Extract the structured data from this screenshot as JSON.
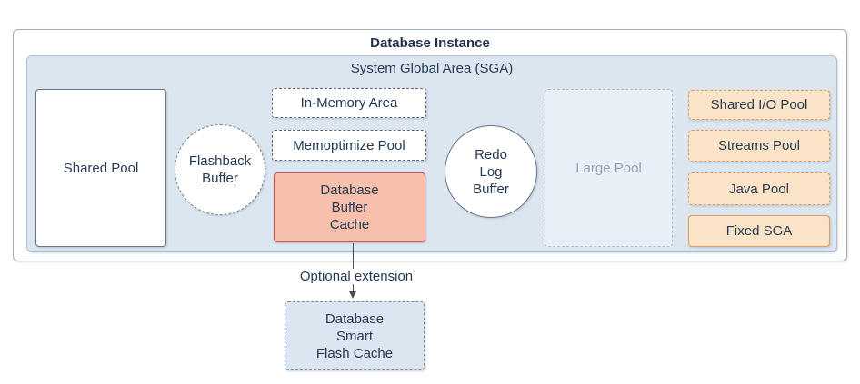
{
  "diagram": {
    "title": "Database Instance",
    "sga": {
      "title": "System Global Area (SGA)",
      "nodes": {
        "shared_pool": {
          "label": "Shared Pool"
        },
        "flashback_buffer": {
          "label": "Flashback\nBuffer"
        },
        "in_memory_area": {
          "label": "In-Memory Area"
        },
        "memoptimize_pool": {
          "label": "Memoptimize Pool"
        },
        "database_buffer_cache": {
          "label": "Database\nBuffer\nCache"
        },
        "redo_log_buffer": {
          "label": "Redo\nLog\nBuffer"
        },
        "large_pool": {
          "label": "Large Pool"
        },
        "shared_io_pool": {
          "label": "Shared I/O Pool"
        },
        "streams_pool": {
          "label": "Streams Pool"
        },
        "java_pool": {
          "label": "Java Pool"
        },
        "fixed_sga": {
          "label": "Fixed SGA"
        }
      }
    },
    "extension": {
      "connector_label": "Optional extension",
      "flash_cache": {
        "label": "Database\nSmart\nFlash Cache"
      }
    },
    "colors": {
      "sga_fill": "#dce6f1",
      "sga_border": "#b0c1d4",
      "buffer_cache_fill": "#f7c0ac",
      "buffer_cache_border": "#c9554a",
      "orange_pool_fill": "#fae3c6",
      "orange_pool_border": "#dd9e62",
      "large_pool_fill": "#e9eff6",
      "large_pool_text": "#98a2ad",
      "flash_cache_fill": "#dce6f1",
      "text_dark": "#263a52",
      "connector": "#474f5a"
    }
  }
}
